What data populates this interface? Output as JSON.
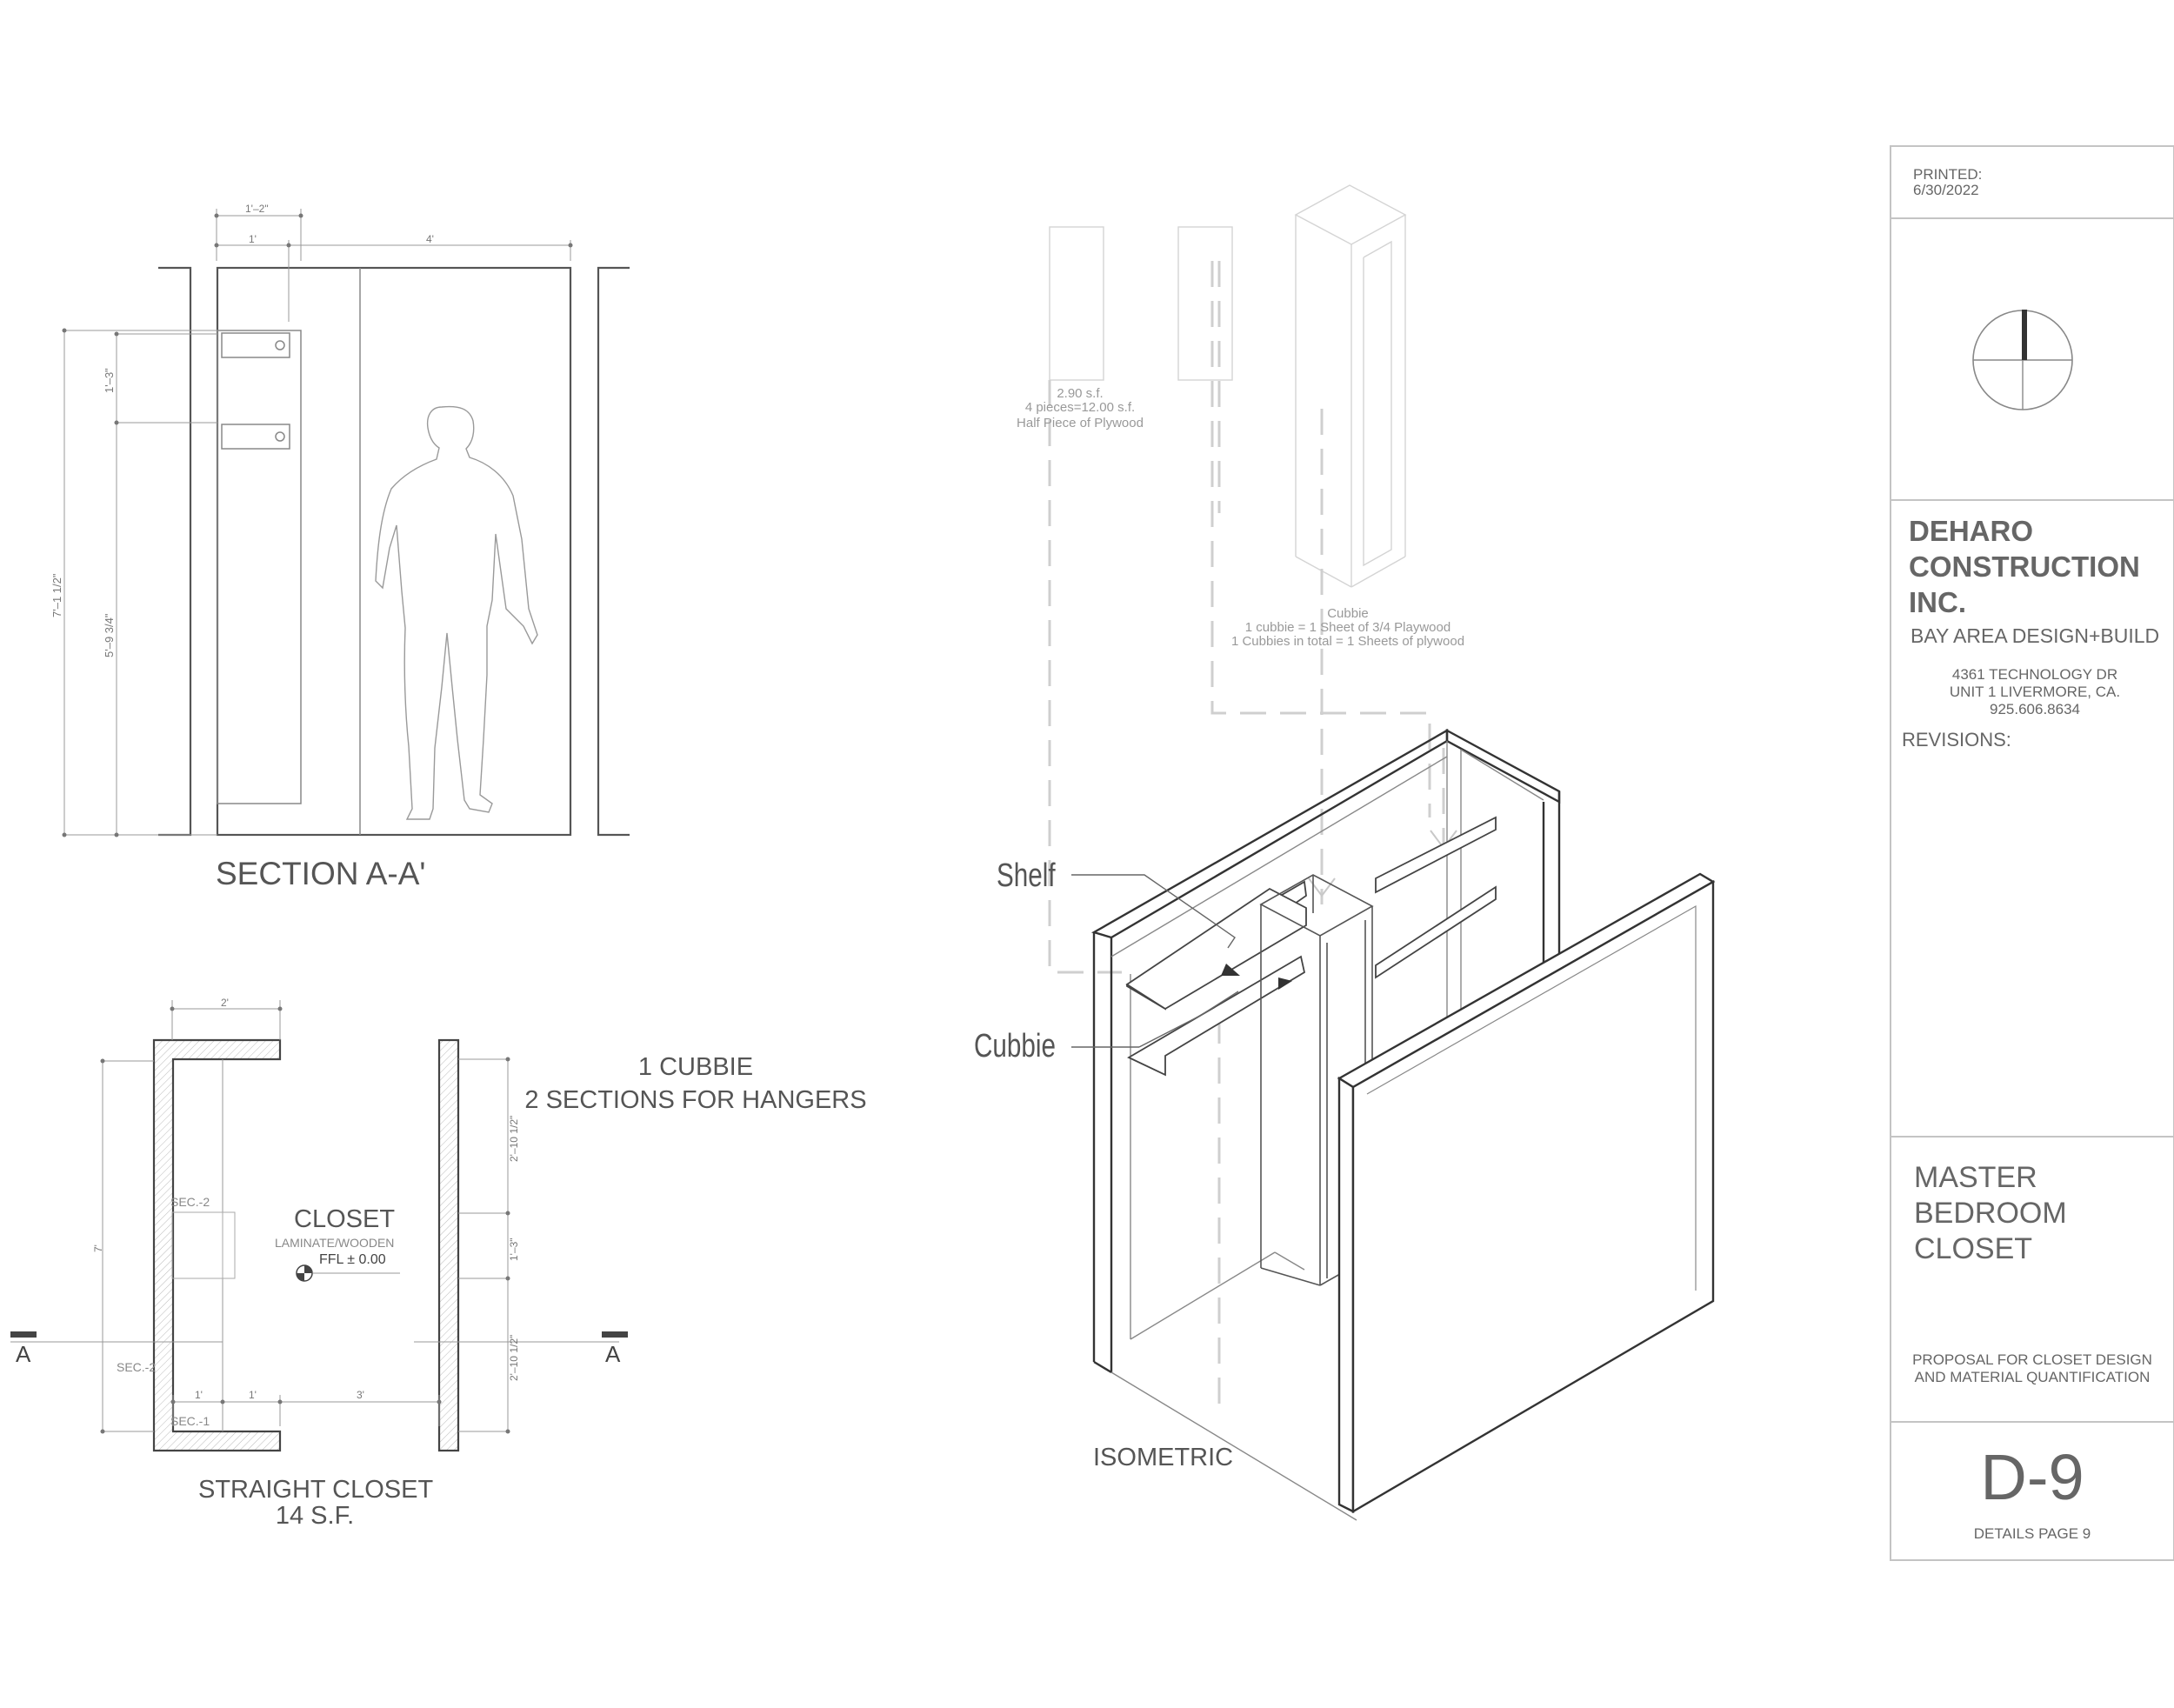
{
  "title_block": {
    "printed_label": "PRINTED:",
    "printed_date": "6/30/2022",
    "company_line1": "DEHARO",
    "company_line2": "CONSTRUCTION",
    "company_line3": "INC.",
    "tagline": "BAY AREA DESIGN+BUILD",
    "address_line1": "4361 TECHNOLOGY DR",
    "address_line2": "UNIT 1 LIVERMORE, CA.",
    "phone": "925.606.8634",
    "revisions_label": "REVISIONS:",
    "project_line1": "MASTER",
    "project_line2": "BEDROOM",
    "project_line3": "CLOSET",
    "description_line1": "PROPOSAL FOR CLOSET DESIGN",
    "description_line2": "AND MATERIAL QUANTIFICATION",
    "sheet_number": "D-9",
    "sheet_caption": "DETAILS PAGE 9"
  },
  "section": {
    "title": "SECTION A-A'",
    "dim_top_total": "1'–2\"",
    "dim_top_left": "1'",
    "dim_top_right": "4'",
    "dim_height_overall": "7'–1 1/2\"",
    "dim_height_rod": "5'–9 3/4\"",
    "dim_shelf_spacing": "1'–3\""
  },
  "plan": {
    "title_line1": "STRAIGHT CLOSET",
    "title_line2": "14 S.F.",
    "room_name": "CLOSET",
    "room_finish": "LAMINATE/WOODEN",
    "room_level": "FFL ± 0.00",
    "section_mark_left": "A",
    "section_mark_right": "A",
    "dim_top": "2'",
    "dim_left_height": "7'",
    "dim_right_top": "2'–10 1/2\"",
    "dim_right_mid": "1'–3\"",
    "dim_right_bottom": "2'–10 1/2\"",
    "dim_bottom_1": "1'",
    "dim_bottom_2": "1'",
    "dim_bottom_3": "3'",
    "label_sec2_top": "SEC.-2",
    "label_sec2_bottom": "SEC.-2",
    "label_sec1": "SEC.-1"
  },
  "notes": {
    "line1": "1 CUBBIE",
    "line2": "2 SECTIONS FOR HANGERS"
  },
  "isometric": {
    "title": "ISOMETRIC",
    "label_shelf": "Shelf",
    "label_cubbie": "Cubbie",
    "plywood_line1": "2.90 s.f.",
    "plywood_line2": "4 pieces=12.00 s.f.",
    "plywood_line3": "Half Piece of Plywood",
    "cubbie_line1": "Cubbie",
    "cubbie_line2": "1 cubbie = 1 Sheet of 3/4 Playwood",
    "cubbie_line3": "1 Cubbies in total = 1 Sheets of plywood"
  }
}
